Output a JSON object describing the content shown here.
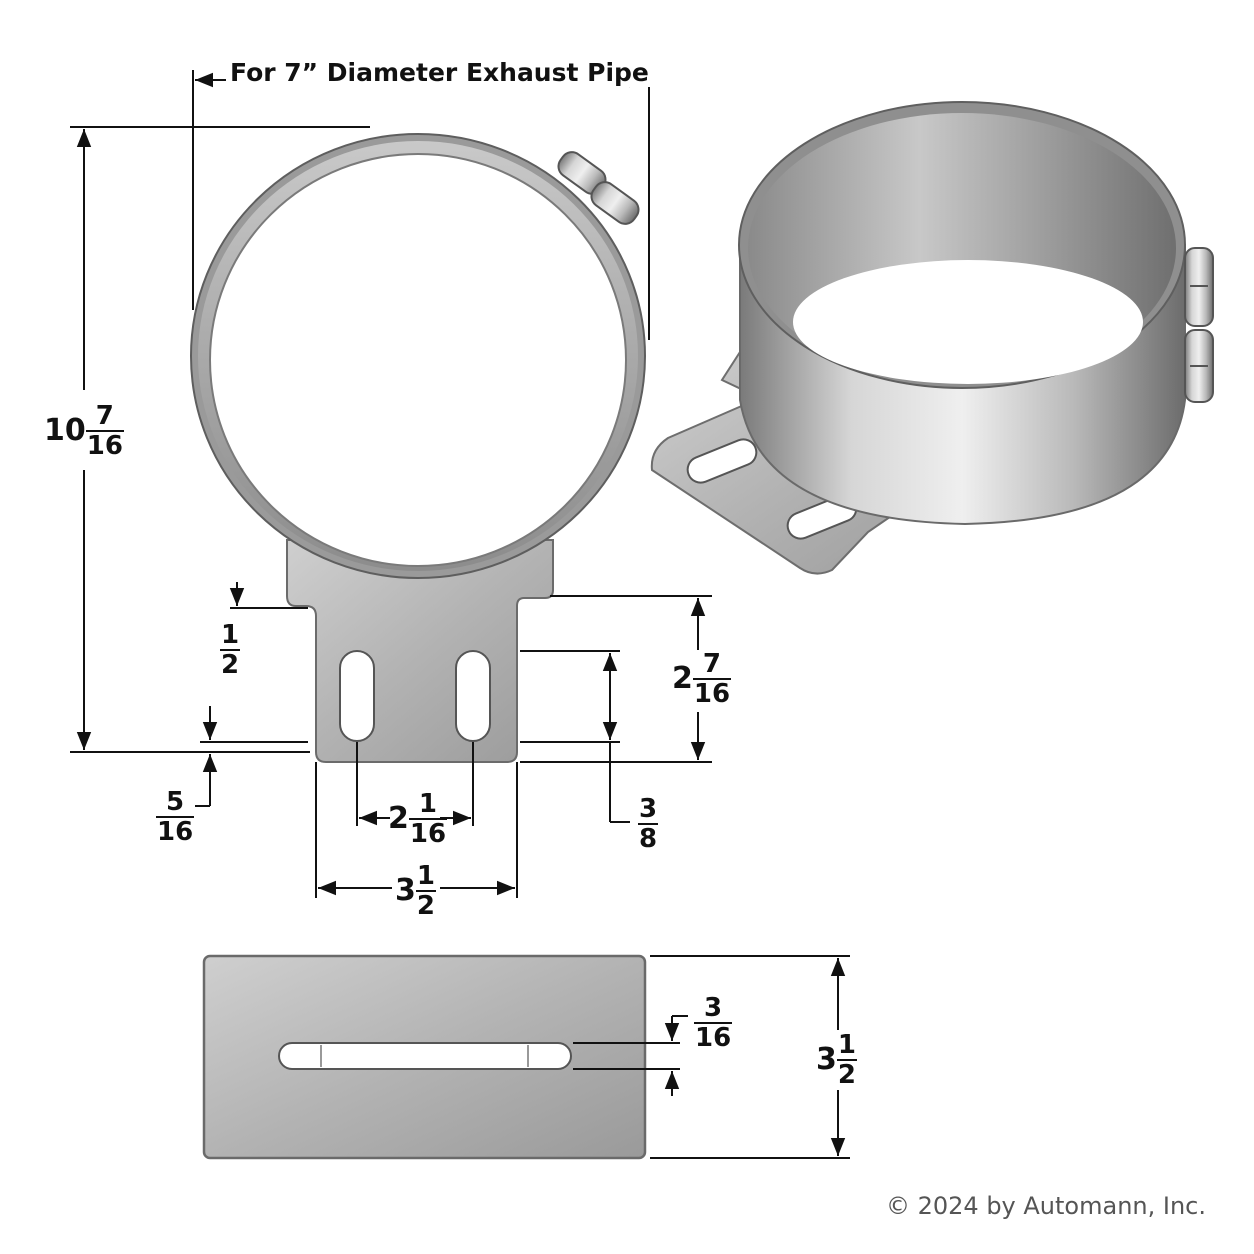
{
  "title": "For 7” Diameter Exhaust Pipe",
  "copyright": "© 2024 by Automann, Inc.",
  "colors": {
    "steel_light": "#d9d9d9",
    "steel_mid": "#a8a8a8",
    "steel_dark": "#6e6e6e",
    "line": "#111111"
  },
  "dimensions": {
    "overall_height": {
      "whole": "10",
      "num": "7",
      "den": "16"
    },
    "bracket_height": {
      "whole": "2",
      "num": "7",
      "den": "16"
    },
    "top_offset": {
      "whole": "",
      "num": "1",
      "den": "2"
    },
    "bottom_offset": {
      "whole": "",
      "num": "5",
      "den": "16"
    },
    "slot_spacing": {
      "whole": "2",
      "num": "1",
      "den": "16"
    },
    "slot_end": {
      "whole": "",
      "num": "3",
      "den": "8"
    },
    "bracket_width": {
      "whole": "3",
      "num": "1",
      "den": "2"
    },
    "slot_width": {
      "whole": "",
      "num": "3",
      "den": "16"
    },
    "plate_height": {
      "whole": "3",
      "num": "1",
      "den": "2"
    }
  }
}
